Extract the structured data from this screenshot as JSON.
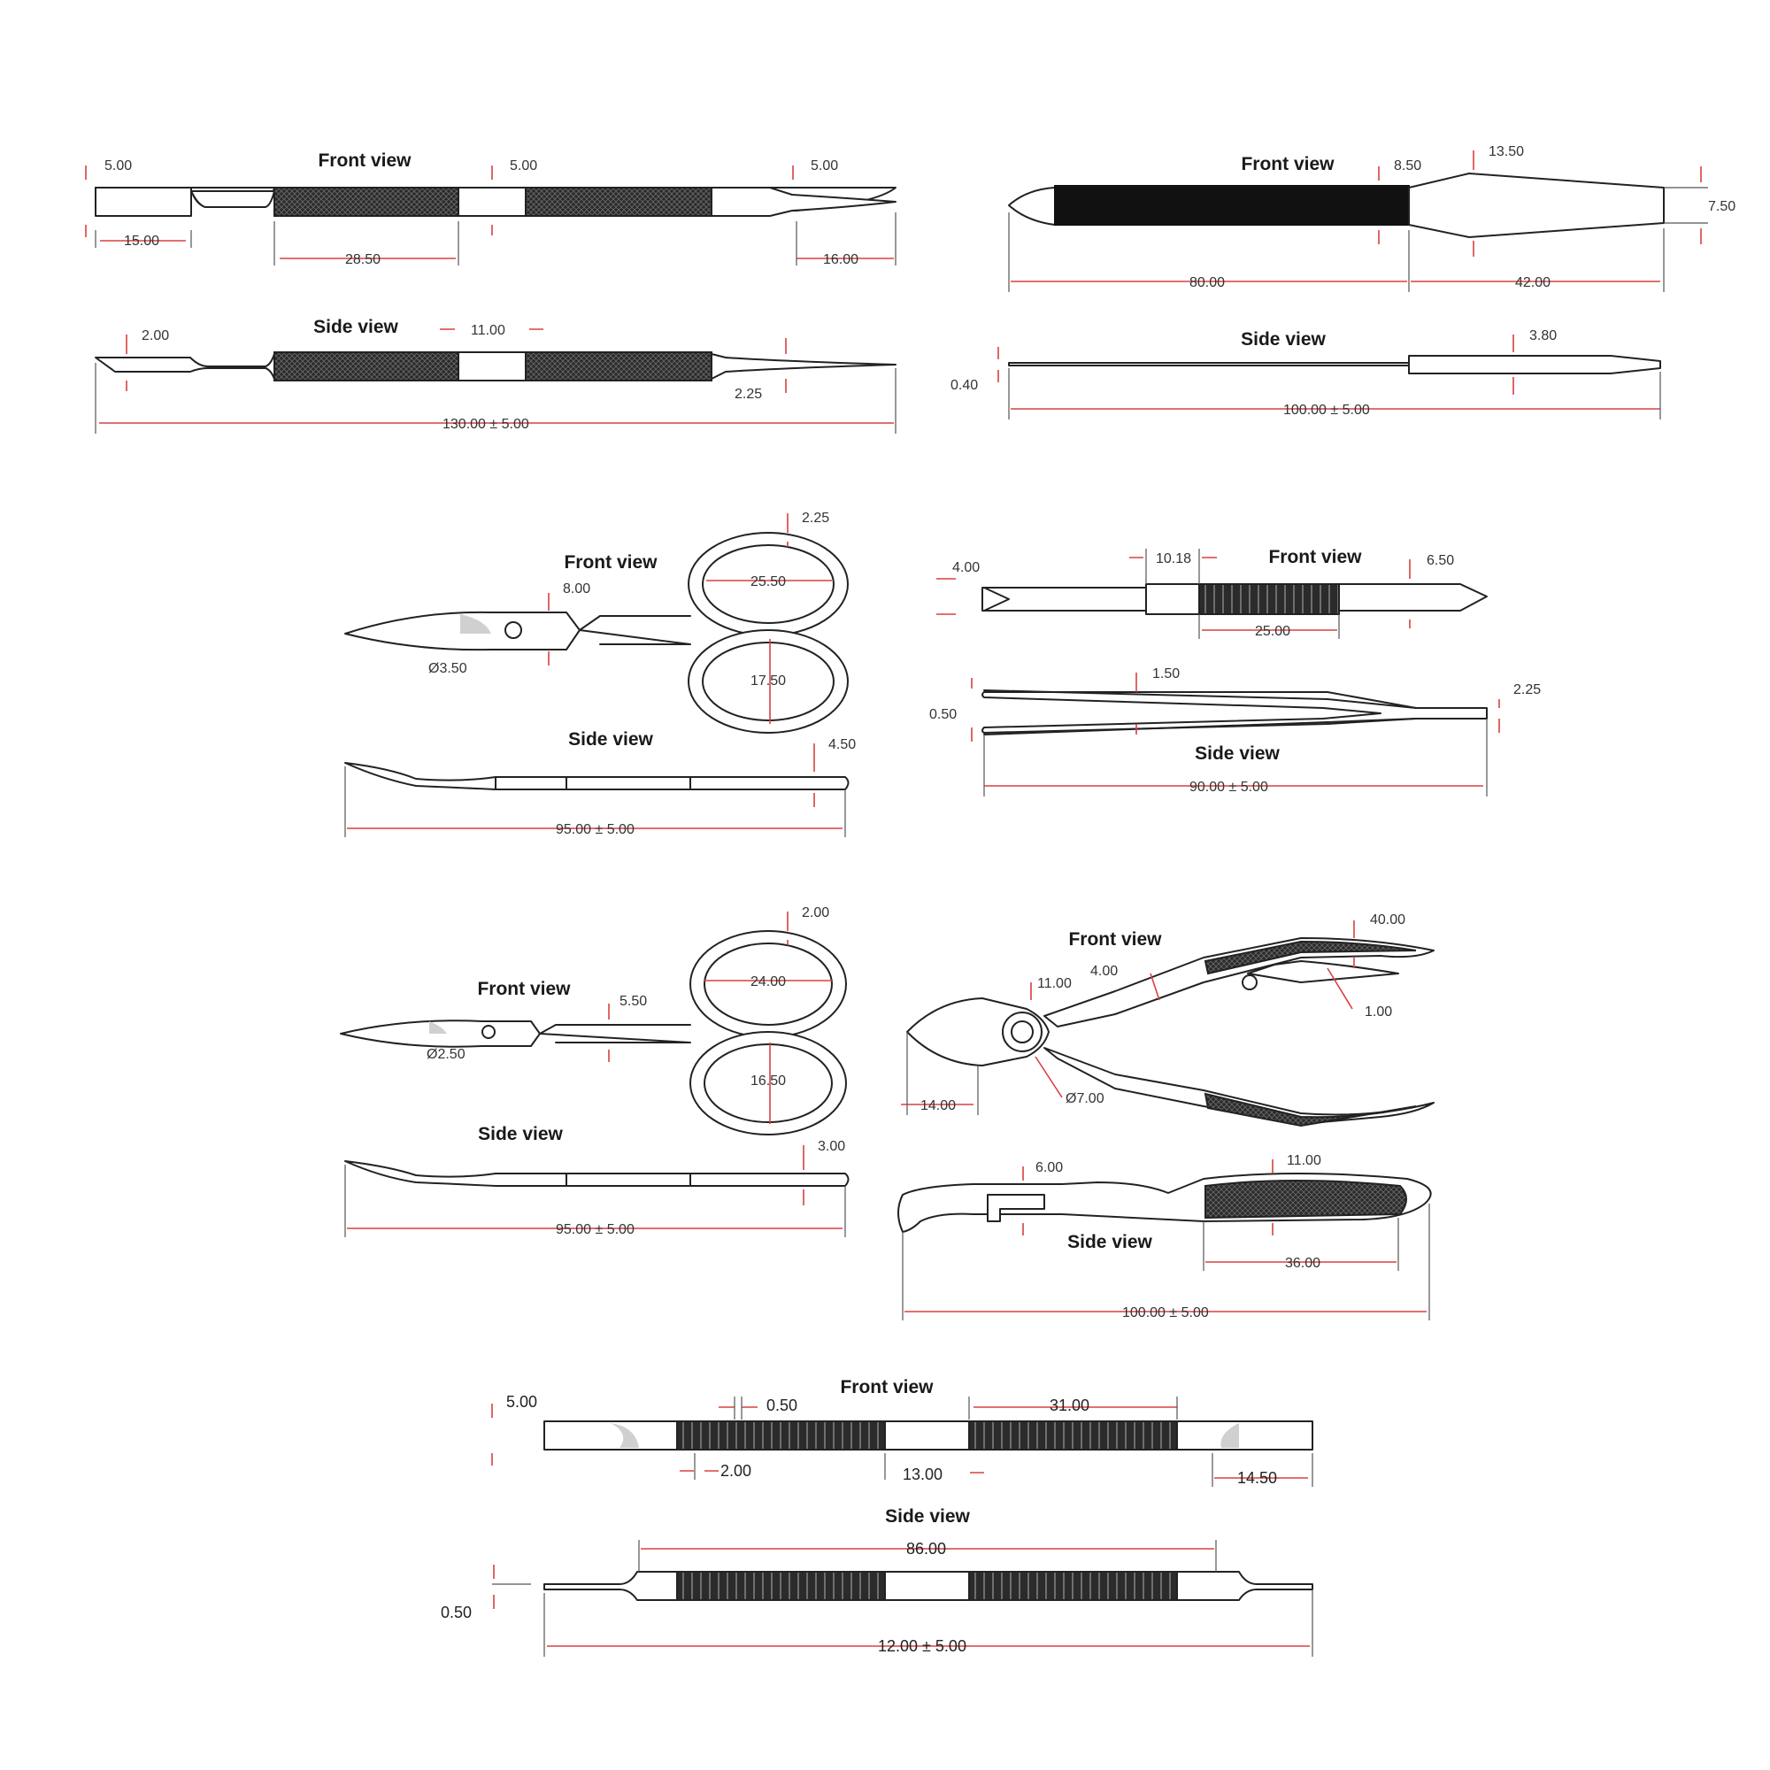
{
  "colors": {
    "outline": "#222222",
    "dimension_line": "#d94040",
    "knurl": "#333333",
    "background": "#ffffff"
  },
  "labels": {
    "front_view": "Front view",
    "side_view": "Side view"
  },
  "tool1": {
    "front": [
      "5.00",
      "5.00",
      "5.00",
      "15.00",
      "28.50",
      "16.00"
    ],
    "side": [
      "2.00",
      "11.00",
      "2.25",
      "130.00 ± 5.00"
    ]
  },
  "tool2": {
    "front": [
      "8.50",
      "13.50",
      "7.50",
      "80.00",
      "42.00"
    ],
    "side": [
      "3.80",
      "0.40",
      "100.00 ± 5.00"
    ]
  },
  "tool3": {
    "front": [
      "2.25",
      "25.50",
      "8.00",
      "Ø3.50",
      "17.50"
    ],
    "side": [
      "4.50",
      "95.00 ± 5.00"
    ]
  },
  "tool4": {
    "front": [
      "4.00",
      "10.18",
      "6.50",
      "25.00"
    ],
    "side": [
      "1.50",
      "2.25",
      "0.50",
      "90.00 ± 5.00"
    ]
  },
  "tool5": {
    "front": [
      "2.00",
      "24.00",
      "5.50",
      "Ø2.50",
      "16.50"
    ],
    "side": [
      "3.00",
      "95.00 ± 5.00"
    ]
  },
  "tool6": {
    "front": [
      "40.00",
      "11.00",
      "4.00",
      "1.00",
      "14.00",
      "Ø7.00"
    ],
    "side": [
      "6.00",
      "11.00",
      "36.00",
      "100.00 ± 5.00"
    ]
  },
  "tool7": {
    "front": [
      "5.00",
      "0.50",
      "31.00",
      "2.00",
      "13.00",
      "14.50"
    ],
    "side": [
      "86.00",
      "0.50",
      "12.00 ± 5.00"
    ]
  }
}
